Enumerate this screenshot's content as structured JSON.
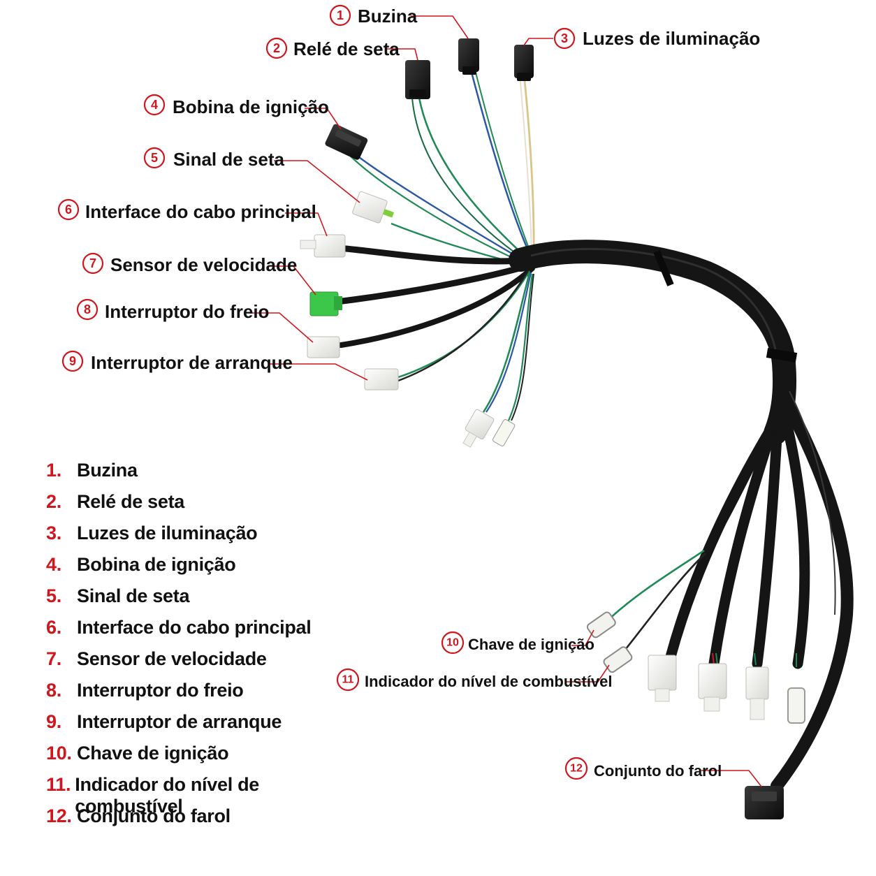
{
  "parts": [
    {
      "num": "1",
      "label": "Buzina"
    },
    {
      "num": "2",
      "label": "Relé de seta"
    },
    {
      "num": "3",
      "label": "Luzes de iluminação"
    },
    {
      "num": "4",
      "label": "Bobina de ignição"
    },
    {
      "num": "5",
      "label": "Sinal de seta"
    },
    {
      "num": "6",
      "label": "Interface do cabo principal"
    },
    {
      "num": "7",
      "label": "Sensor de velocidade"
    },
    {
      "num": "8",
      "label": "Interruptor do freio"
    },
    {
      "num": "9",
      "label": "Interruptor de arranque"
    },
    {
      "num": "10",
      "label": "Chave de ignição"
    },
    {
      "num": "11",
      "label": "Indicador do nível de combustível"
    },
    {
      "num": "12",
      "label": "Conjunto do farol"
    }
  ],
  "legend": [
    {
      "num": "1.",
      "label": "Buzina"
    },
    {
      "num": "2.",
      "label": "Relé de seta"
    },
    {
      "num": "3.",
      "label": "Luzes de iluminação"
    },
    {
      "num": "4.",
      "label": "Bobina de ignição"
    },
    {
      "num": "5.",
      "label": "Sinal de seta"
    },
    {
      "num": "6.",
      "label": "Interface do cabo principal"
    },
    {
      "num": "7.",
      "label": "Sensor de velocidade"
    },
    {
      "num": "8.",
      "label": "Interruptor do freio"
    },
    {
      "num": "9.",
      "label": "Interruptor de arranque"
    },
    {
      "num": "10.",
      "label": "Chave de ignição"
    },
    {
      "num": "11.",
      "label": "Indicador do nível de combustível"
    },
    {
      "num": "12.",
      "label": "Conjunto do farol"
    }
  ],
  "colors": {
    "accent": "#d0161e",
    "text": "#111111",
    "harness": "#151515",
    "wire_green": "#1f8a55",
    "wire_blue": "#2c57a6",
    "wire_yellow": "#d9c58a",
    "connector_white": "#f4f4f1",
    "connector_black": "#1a1a1a",
    "connector_green": "#3cc64a"
  }
}
